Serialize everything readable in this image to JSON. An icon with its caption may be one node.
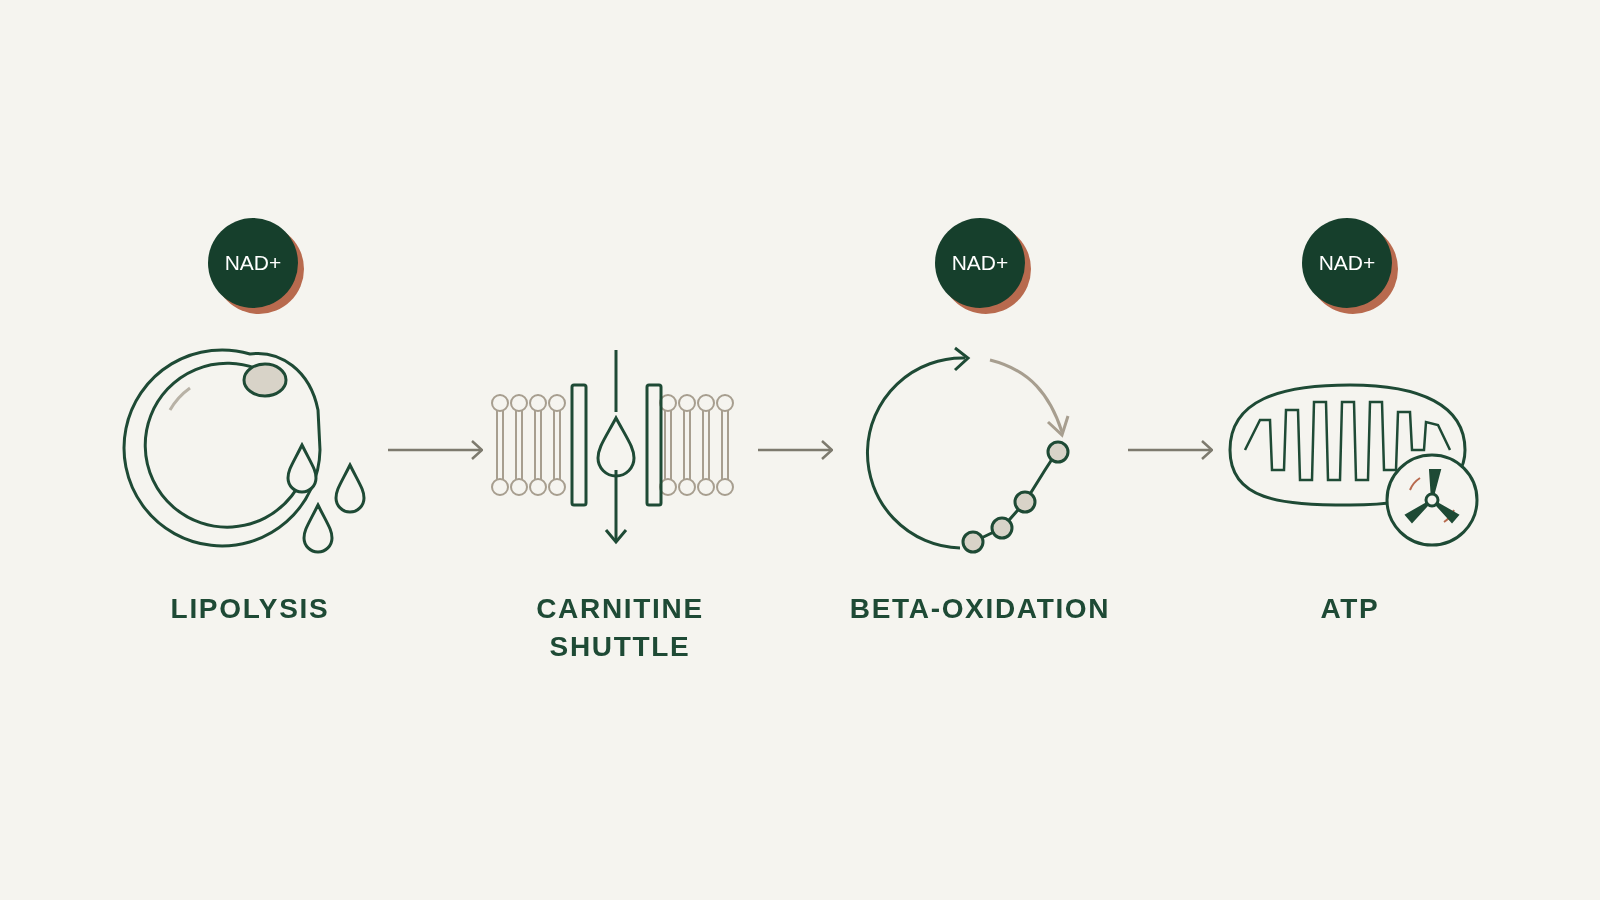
{
  "diagram": {
    "nodes": [
      {
        "text": [
          "LIPOLYSIS"
        ]
      },
      {
        "text": [
          "CARNITINE SHUTTLE"
        ]
      },
      {
        "text": [
          "BETA-OXIDATION"
        ]
      },
      {
        "text": [
          "ATP"
        ]
      },
      {
        "text": [
          "NAD+"
        ]
      },
      {
        "text": [
          "NAD+"
        ]
      },
      {
        "text": [
          "NAD+"
        ]
      }
    ],
    "edges": [
      {
        "from": 0,
        "to": 1,
        "arrow": "to"
      },
      {
        "from": 1,
        "to": 2,
        "arrow": "to"
      },
      {
        "from": 2,
        "to": 3,
        "arrow": "to"
      }
    ]
  }
}
